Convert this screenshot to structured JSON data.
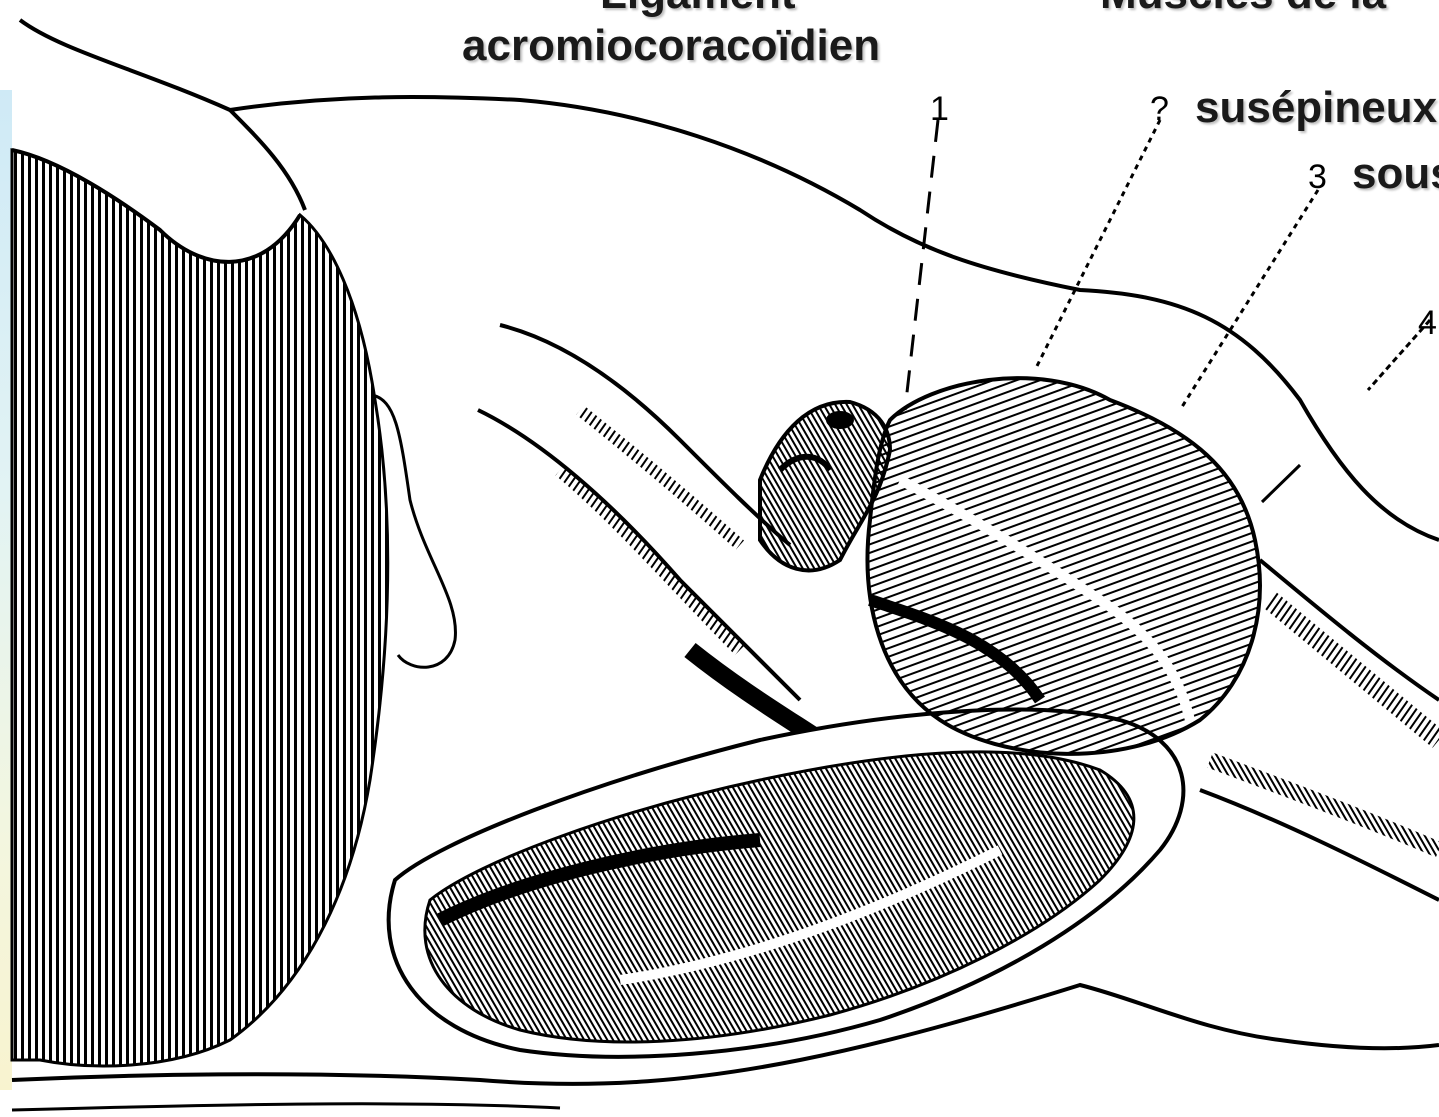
{
  "labels": {
    "title_line1": "Ligament",
    "title_line2": "acromiocoracoïdien",
    "top_right_partial": "Muscles de la",
    "label_2": "susépineux",
    "label_3": "sous"
  },
  "callout_numbers": {
    "n1": "1",
    "n2": "?",
    "n3": "3",
    "n4": "4"
  },
  "colors": {
    "ink": "#000000",
    "label_text": "#1a1a1a",
    "left_strip_top": "#cfeaf6",
    "left_strip_bottom": "#f8f3cf"
  }
}
